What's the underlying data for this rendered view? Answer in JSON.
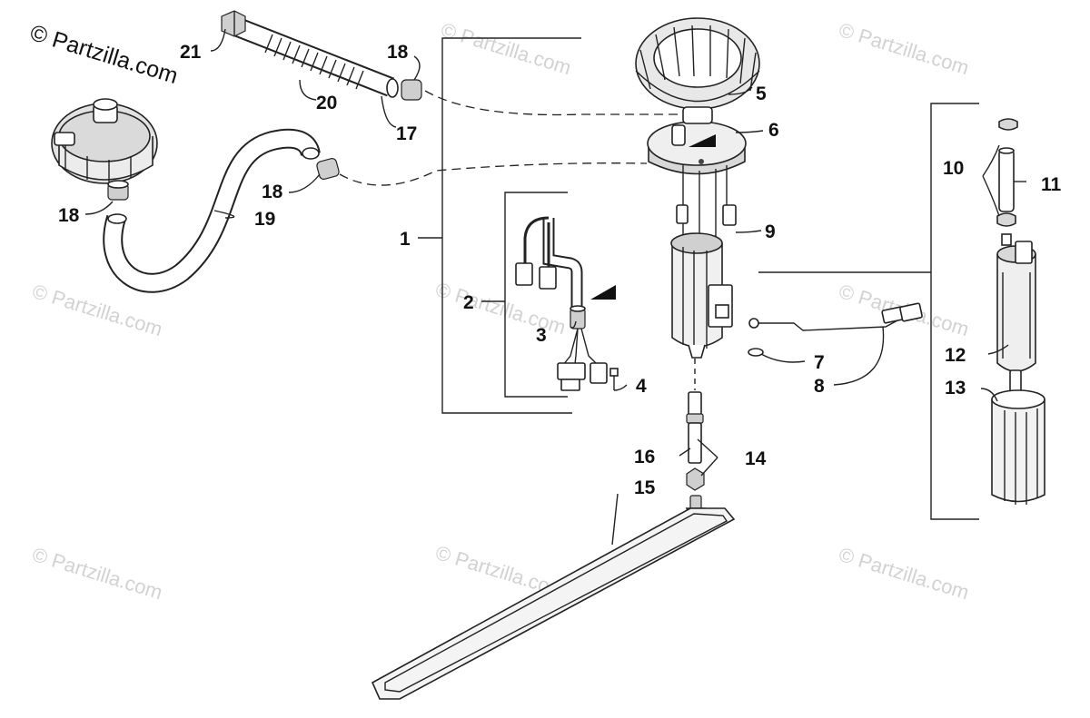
{
  "copyright": "© Partzilla.com",
  "watermark": "© Partzilla.com",
  "callouts": [
    {
      "id": "1",
      "label": "1"
    },
    {
      "id": "2",
      "label": "2"
    },
    {
      "id": "3",
      "label": "3"
    },
    {
      "id": "4",
      "label": "4"
    },
    {
      "id": "5",
      "label": "5"
    },
    {
      "id": "6",
      "label": "6"
    },
    {
      "id": "7",
      "label": "7"
    },
    {
      "id": "8",
      "label": "8"
    },
    {
      "id": "9",
      "label": "9"
    },
    {
      "id": "10",
      "label": "10"
    },
    {
      "id": "11",
      "label": "11"
    },
    {
      "id": "12",
      "label": "12"
    },
    {
      "id": "13",
      "label": "13"
    },
    {
      "id": "14",
      "label": "14"
    },
    {
      "id": "15",
      "label": "15"
    },
    {
      "id": "16",
      "label": "16"
    },
    {
      "id": "17",
      "label": "17"
    },
    {
      "id": "18a",
      "label": "18"
    },
    {
      "id": "18b",
      "label": "18"
    },
    {
      "id": "18c",
      "label": "18"
    },
    {
      "id": "19",
      "label": "19"
    },
    {
      "id": "20",
      "label": "20"
    },
    {
      "id": "21",
      "label": "21"
    }
  ]
}
